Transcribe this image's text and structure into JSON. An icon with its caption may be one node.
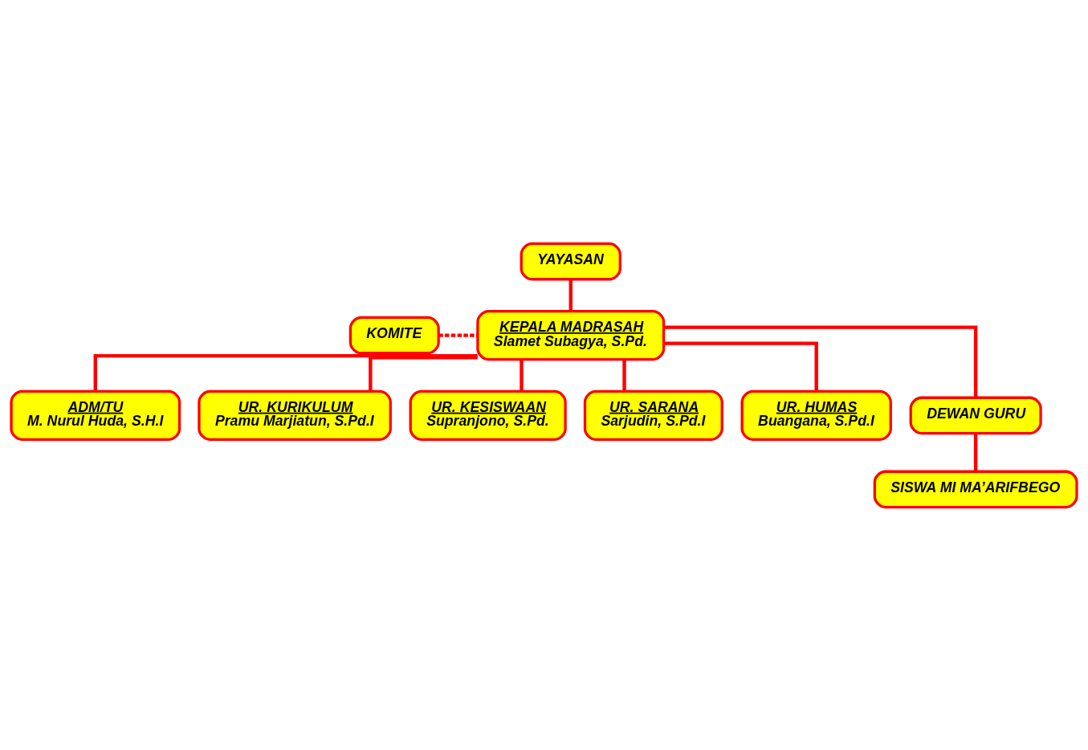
{
  "diagram": {
    "nodes": [
      {
        "text": [
          "YAYASAN"
        ]
      },
      {
        "text": [
          "KOMITE"
        ]
      },
      {
        "text": [
          "KEPALA MADRASAH",
          "Slamet Subagya, S.Pd."
        ]
      },
      {
        "text": [
          "ADM/TU",
          "M. Nurul Huda, S.H.I"
        ]
      },
      {
        "text": [
          "UR. KURIKULUM",
          "Pramu Marjiatun, S.Pd.I"
        ]
      },
      {
        "text": [
          "UR. KESISWAAN",
          "Supranjono, S.Pd."
        ]
      },
      {
        "text": [
          "UR. SARANA",
          "Sarjudin, S.Pd.I"
        ]
      },
      {
        "text": [
          "UR. HUMAS",
          "Buangana, S.Pd.I"
        ]
      },
      {
        "text": [
          "DEWAN GURU"
        ]
      },
      {
        "text": [
          "SISWA MI MA’ARIFBEGO"
        ]
      }
    ],
    "edges": [
      {
        "from": 0,
        "to": 2,
        "arrow": "none"
      },
      {
        "from": 1,
        "to": 2,
        "arrow": "none",
        "style": "dashed"
      },
      {
        "from": 2,
        "to": 3,
        "arrow": "none"
      },
      {
        "from": 2,
        "to": 4,
        "arrow": "none"
      },
      {
        "from": 2,
        "to": 5,
        "arrow": "none"
      },
      {
        "from": 2,
        "to": 8,
        "arrow": "none"
      },
      {
        "from": 2,
        "to": 6,
        "arrow": "none"
      },
      {
        "from": 2,
        "to": 7,
        "arrow": "none"
      },
      {
        "from": 8,
        "to": 9,
        "arrow": "none"
      }
    ]
  }
}
